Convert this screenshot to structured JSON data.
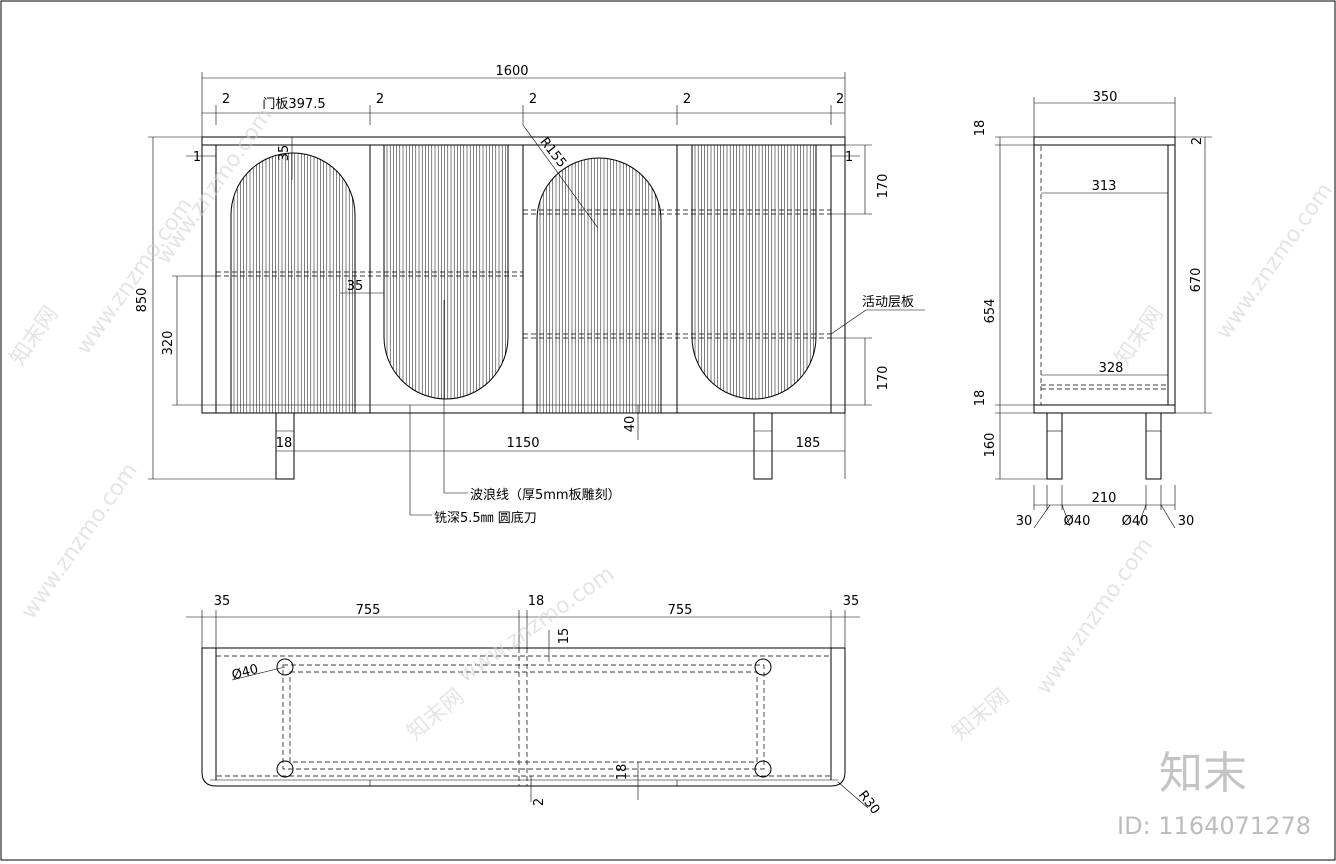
{
  "front_view": {
    "overall_width": "1600",
    "gap_labels": [
      "2",
      "2",
      "2",
      "2",
      "2"
    ],
    "door_panel": "门板397.5",
    "radius_top": "R155",
    "edge_right": "1",
    "edge_left": "1",
    "top_inset": "35",
    "side_inset": "35",
    "height_total": "850",
    "height_lower": "320",
    "right_top": "170",
    "right_bottom": "170",
    "shelf_label": "活动层板",
    "leg_offset": "18",
    "leg_span": "1150",
    "leg_right": "185",
    "bottom_gap": "40",
    "wave_note": "波浪线（厚5mm板雕刻）",
    "mill_note": "铣深5.5㎜ 圆底刀"
  },
  "side_view": {
    "depth": "350",
    "inner_width": "313",
    "top_thk": "18",
    "right_gap": "2",
    "inner_height": "654",
    "outer_height": "670",
    "shelf_width": "328",
    "bottom_thk": "18",
    "leg_height": "160",
    "leg_span": "210",
    "left_offset": "30",
    "leg_dia_left": "Ø40",
    "leg_dia_right": "Ø40",
    "right_offset": "30"
  },
  "plan_view": {
    "left_edge": "35",
    "left_span": "755",
    "mid_panel": "18",
    "right_span": "755",
    "right_edge": "35",
    "leg_dia": "Ø40",
    "back_gap": "15",
    "bottom_thk": "18",
    "front_gap": "2",
    "corner_radius": "R30"
  },
  "watermark": {
    "logo": "知末",
    "id": "ID: 1164071278",
    "site": "www.znzmo.com",
    "cn": "知末网"
  }
}
